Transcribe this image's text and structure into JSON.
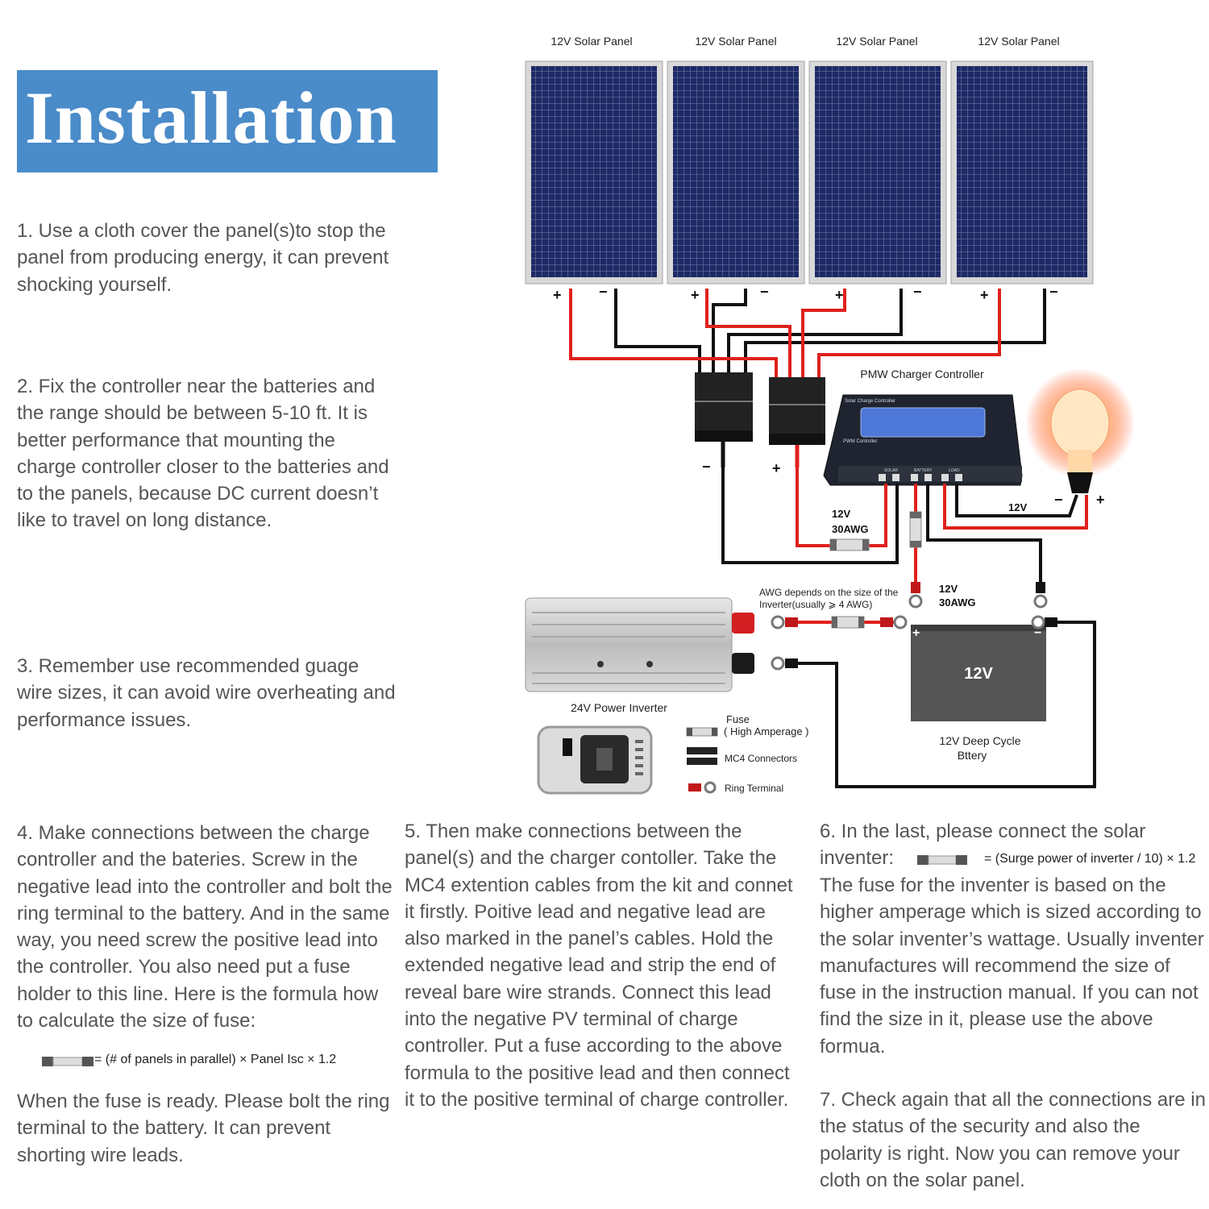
{
  "title": "Installation",
  "steps": {
    "s1": "1. Use a cloth cover the panel(s)to stop the panel from producing energy, it can prevent shocking yourself.",
    "s2": "2. Fix the controller near the batteries and the range should be between 5-10 ft. It is better performance that mounting the charge controller closer to the batteries and to the panels, because DC current doesn’t like to travel on long distance.",
    "s3": "3. Remember use recommended guage wire sizes, it can avoid wire overheating and performance issues.",
    "s4": "4. Make connections between the charge controller and the bateries. Screw in the negative lead into the controller and bolt the ring terminal to the battery. And in the same way, you need screw the positive lead into the controller. You also need put a fuse holder to this line. Here is the formula how to calculate the size of fuse:",
    "s4_formula": "= (# of panels in parallel) × Panel Isc × 1.2",
    "s4b": "When the fuse is ready. Please bolt the ring terminal to the battery. It can prevent shorting wire leads.",
    "s5": "5. Then make connections between the panel(s) and the charger contoller. Take the MC4 extention cables from the kit and connet it firstly. Poitive lead and negative lead are also marked in the panel’s cables. Hold the extended negative lead and strip the end of reveal bare wire strands. Connect this lead into the negative PV terminal of charge controller. Put a fuse according to the above formula to the positive lead and then connect it to the positive terminal of charge controller.",
    "s6a": "6. In the last, please connect the solar inventer:",
    "s6_formula": "= (Surge power of inverter / 10) × 1.2",
    "s6b": "The fuse for the inventer is based on the higher amperage which is sized according to the solar inventer’s wattage. Usually inventer manufactures will recommend the size of fuse in the instruction manual. If you can not find the size in it, please use the above formua.",
    "s7": "7. Check again that all the connections are in the status of the security and also the polarity is right. Now you can remove your cloth on the solar panel."
  },
  "diagram": {
    "panels": [
      "12V Solar Panel",
      "12V Solar Panel",
      "12V Solar Panel",
      "12V Solar Panel"
    ],
    "plus": "+",
    "minus": "−",
    "controller_label": "PMW Charger Controller",
    "controller_top_text": "Solar Charge Controller",
    "controller_brand": "PWM Controller",
    "ctrl_terminals": [
      "SOLAR",
      "BATTERY",
      "LOAD"
    ],
    "wire_12v": "12V",
    "wire_30awg": "30AWG",
    "load_12v": "12V",
    "awg_note_1": "AWG depends on the size of the",
    "awg_note_2": "Inverter(usually ⩾ 4 AWG)",
    "batt_wire_12v": "12V",
    "batt_wire_30awg": "30AWG",
    "battery_voltage": "12V",
    "battery_label_1": "12V Deep Cycle",
    "battery_label_2": "Bttery",
    "inverter_label": "24V Power Inverter",
    "legend_fuse_1": "Fuse",
    "legend_fuse_2": "( High Amperage )",
    "legend_mc4": "MC4 Connectors",
    "legend_ring": "Ring Terminal",
    "colors": {
      "positive": "#e0201c",
      "negative": "#111111",
      "panel_cell": "#1e2a66",
      "title_bg": "#4a8bc9"
    }
  }
}
